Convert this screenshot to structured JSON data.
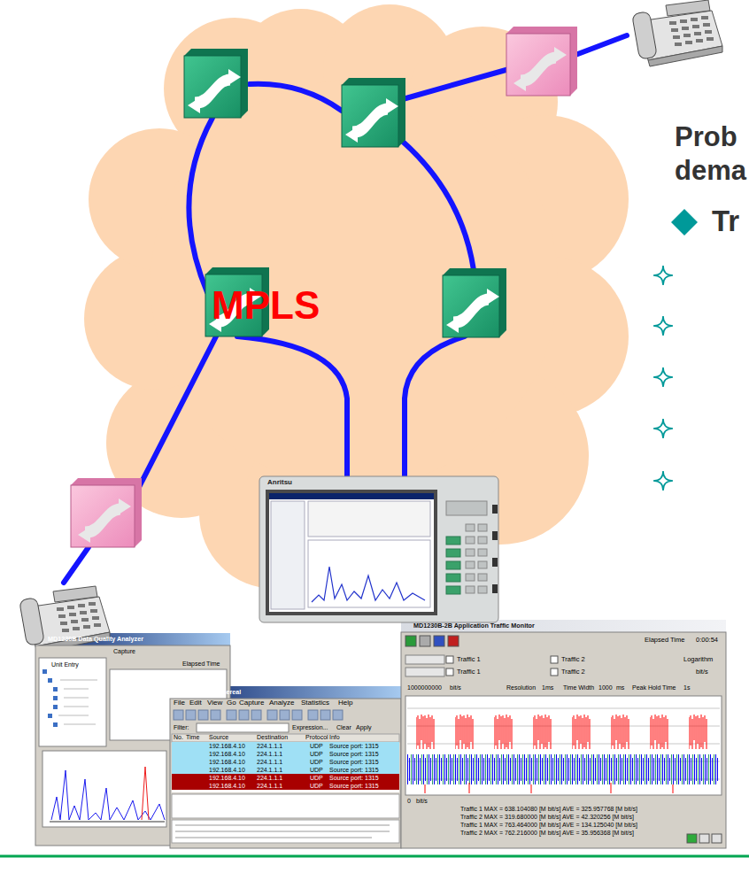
{
  "diagram": {
    "nodes": [
      {
        "text": [
          "MPLS"
        ]
      },
      {
        "text": [
          "MD1230B Data Quality Analyzer"
        ]
      },
      {
        "text": [
          "(Untitled) - Ethereal"
        ]
      },
      {
        "text": [
          "MD1230B-2B Application Traffic Monitor"
        ]
      }
    ],
    "labels": [
      "Prob",
      "dema",
      "Tr",
      "Anritsu",
      "File",
      "Edit",
      "View",
      "Go",
      "Capture",
      "Analyze",
      "Statistics",
      "Help",
      "Filter:",
      "Expression...",
      "Clear",
      "Apply",
      "No.",
      "Time",
      "Source",
      "Destination",
      "Protocol",
      "Info",
      "192.168.4.10",
      "224.1.1.1",
      "UDP",
      "Source port: 1315",
      "192.168.4.10",
      "224.1.1.1",
      "UDP",
      "Source port: 1315",
      "192.168.4.10",
      "224.1.1.1",
      "UDP",
      "Source port: 1315",
      "192.168.4.10",
      "224.1.1.1",
      "UDP",
      "Source port: 1315",
      "192.168.4.10",
      "224.1.1.1",
      "UDP",
      "Source port: 1315",
      "192.168.4.10",
      "224.1.1.1",
      "UDP",
      "Source port: 1315",
      "Elapsed Time",
      "0:00:54",
      "Traffic 1",
      "Traffic 2",
      "Traffic 1",
      "Traffic 2",
      "Logarithm",
      "bit/s",
      "1000000000",
      "bit/s",
      "Resolution",
      "1ms",
      "Time Width",
      "1000",
      "ms",
      "Peak Hold Time",
      "1s",
      "0",
      "bit/s",
      "Traffic 1 MAX = 638.104080 [M bit/s] AVE = 325.957768 [M bit/s]",
      "Traffic 2 MAX = 319.680000 [M bit/s] AVE = 42.320256 [M bit/s]",
      "Traffic 1 MAX = 763.464000 [M bit/s] AVE = 134.125040 [M bit/s]",
      "Traffic 2 MAX = 762.216000 [M bit/s] AVE = 35.956368 [M bit/s]",
      "Unit Entry",
      "Capture",
      "Elapsed Time"
    ]
  }
}
